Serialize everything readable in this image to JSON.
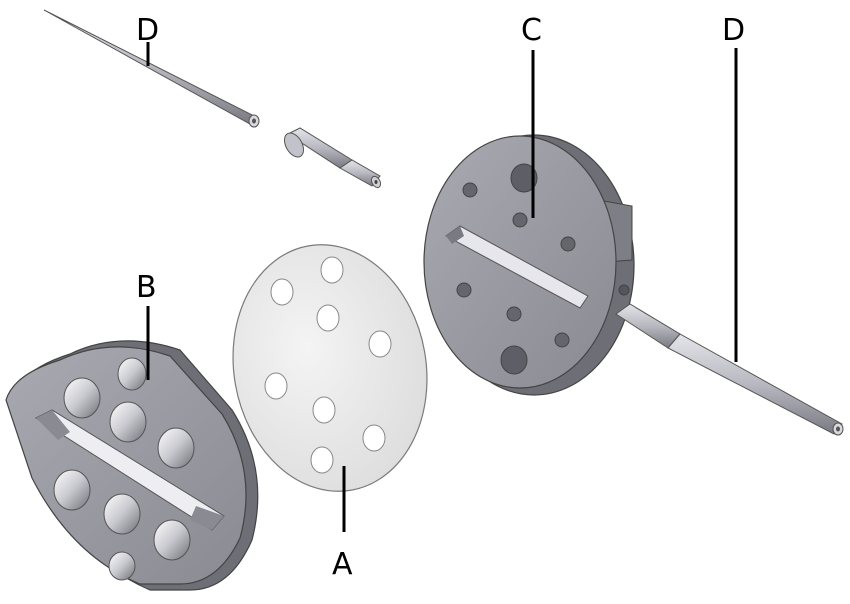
{
  "diagram": {
    "labels": {
      "a": "A",
      "b": "B",
      "c": "C",
      "d_left": "D",
      "d_right": "D"
    },
    "colors": {
      "metal_dark": "#6e6e76",
      "metal_mid": "#9a9aa2",
      "metal_light": "#c8c8cf",
      "gasket_fill": "#ececec",
      "label": "#000000"
    }
  }
}
